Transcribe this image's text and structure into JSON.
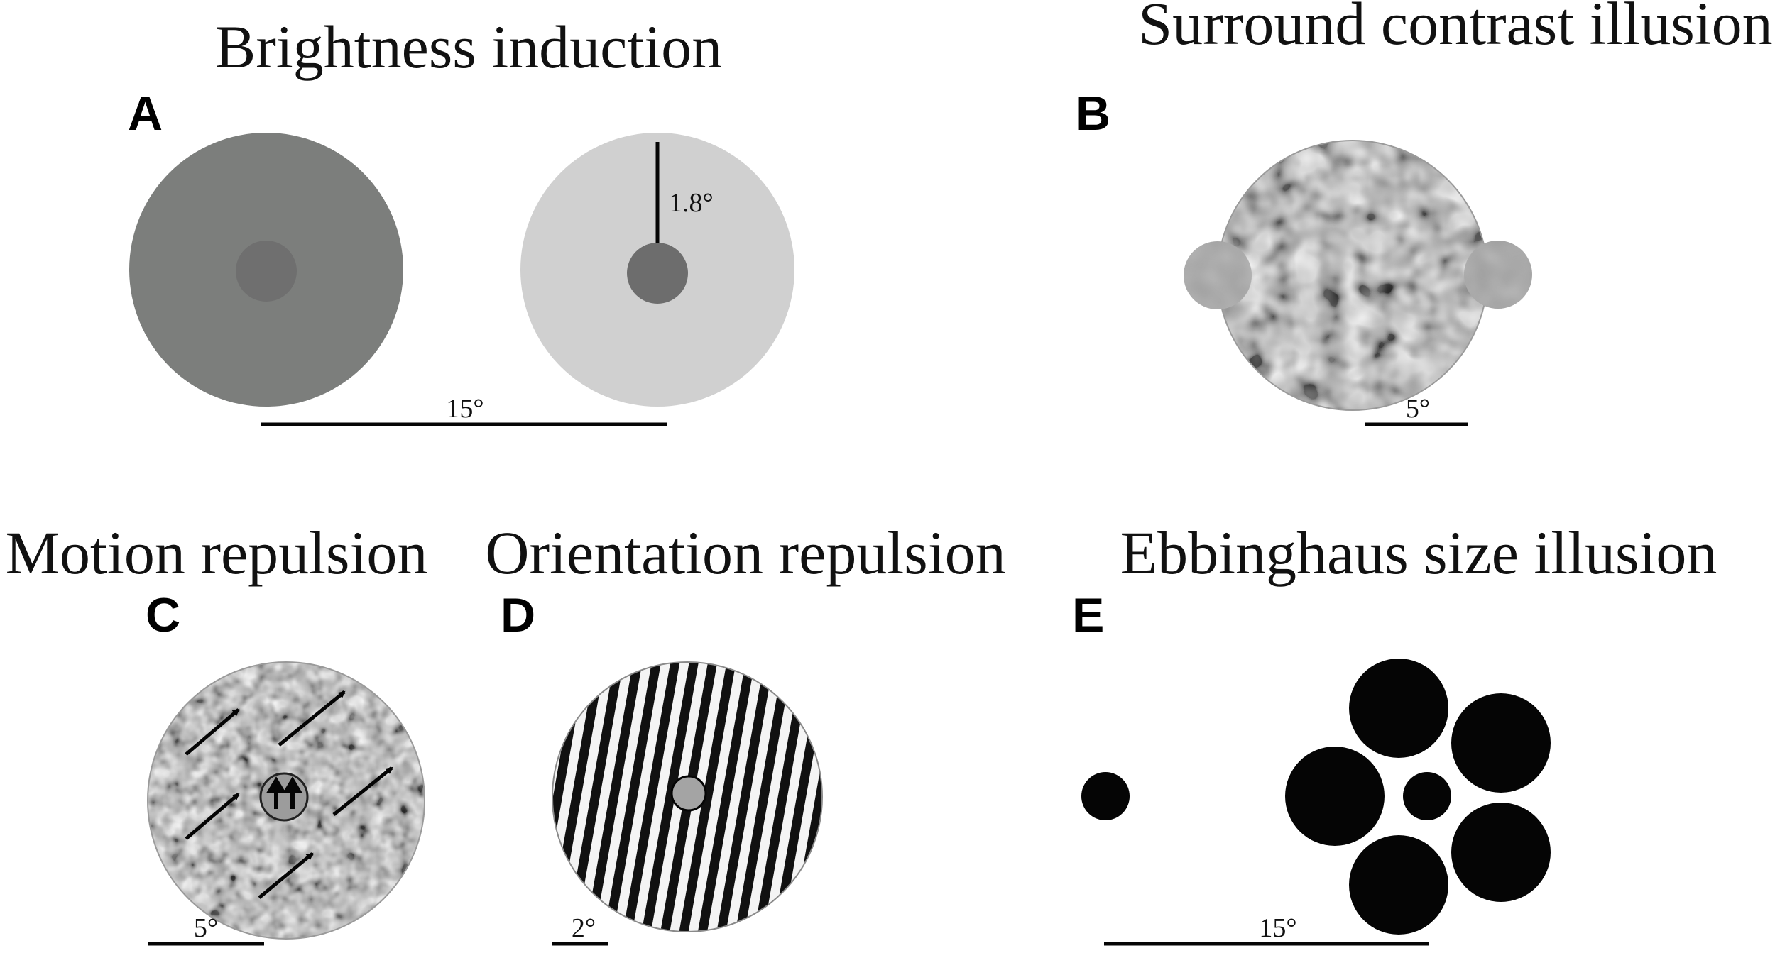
{
  "panels": {
    "A": {
      "letter": "A",
      "title": "Brightness induction",
      "radius_label": "1.8°",
      "scale_label": "15°"
    },
    "B": {
      "letter": "B",
      "title": "Surround contrast illusion",
      "scale_label": "5°"
    },
    "C": {
      "letter": "C",
      "title": "Motion repulsion",
      "scale_label": "5°"
    },
    "D": {
      "letter": "D",
      "title": "Orientation repulsion",
      "scale_label": "2°"
    },
    "E": {
      "letter": "E",
      "title": "Ebbinghaus size illusion",
      "scale_label": "15°"
    }
  },
  "colors": {
    "dark_surround": "#7c7e7c",
    "light_surround": "#d0d0d0",
    "center_patch": "#6d6d6d",
    "noise_base": "#a8a8a8",
    "ink": "#050505"
  }
}
